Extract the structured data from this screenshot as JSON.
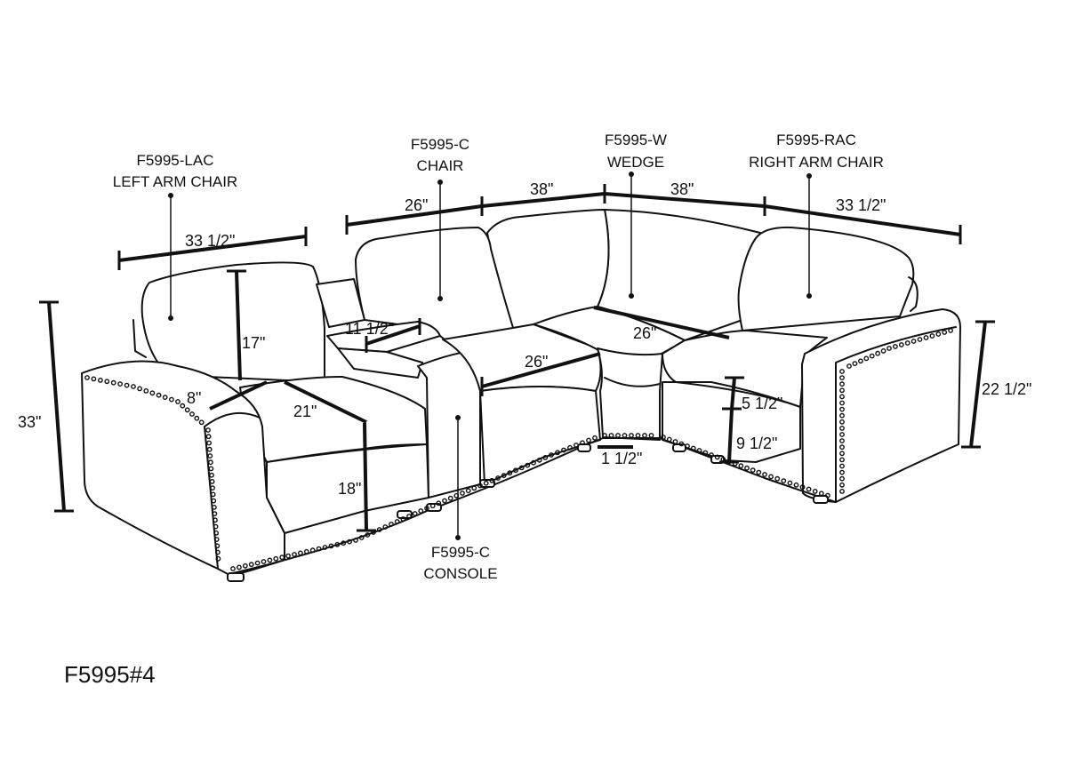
{
  "labels": {
    "lac_code": "F5995-LAC",
    "lac_name": "LEFT ARM CHAIR",
    "chair_code": "F5995-C",
    "chair_name": "CHAIR",
    "wedge_code": "F5995-W",
    "wedge_name": "WEDGE",
    "rac_code": "F5995-RAC",
    "rac_name": "RIGHT ARM CHAIR",
    "console_code": "F5995-C",
    "console_name": "CONSOLE"
  },
  "dimensions": {
    "lac_width": "33 1/2\"",
    "chair_width": "26\"",
    "wedge_left_width": "38\"",
    "wedge_right_width": "38\"",
    "rac_width": "33 1/2\"",
    "overall_height": "33\"",
    "back_height": "17\"",
    "arm_width": "8\"",
    "seat_depth_lac": "21\"",
    "seat_height": "18\"",
    "console_width": "11 1/2\"",
    "seat_depth_chair": "26\"",
    "seat_depth_wedge": "26\"",
    "cushion_thickness": "5 1/2\"",
    "base_height": "9 1/2\"",
    "leg_height": "1 1/2\"",
    "arm_height": "22 1/2\""
  },
  "model_number": "F5995#4"
}
